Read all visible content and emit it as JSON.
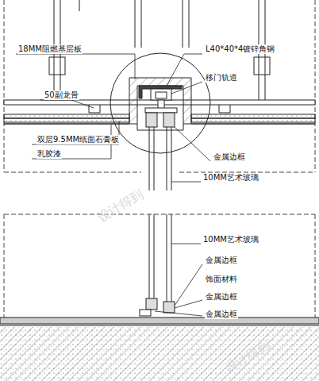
{
  "diagram": {
    "labels": [
      "18MM阻燃基层板",
      "L40*40*4镀锌角钢",
      "移门轨道",
      "50副龙骨",
      "双层9.5MM纸面石膏板",
      "乳胶漆",
      "金属边框",
      "10MM艺术玻璃",
      "10MM艺术玻璃",
      "金属边框",
      "饰面材料",
      "金属边框",
      "金属边框",
      "设计得到",
      "设计得到"
    ]
  }
}
